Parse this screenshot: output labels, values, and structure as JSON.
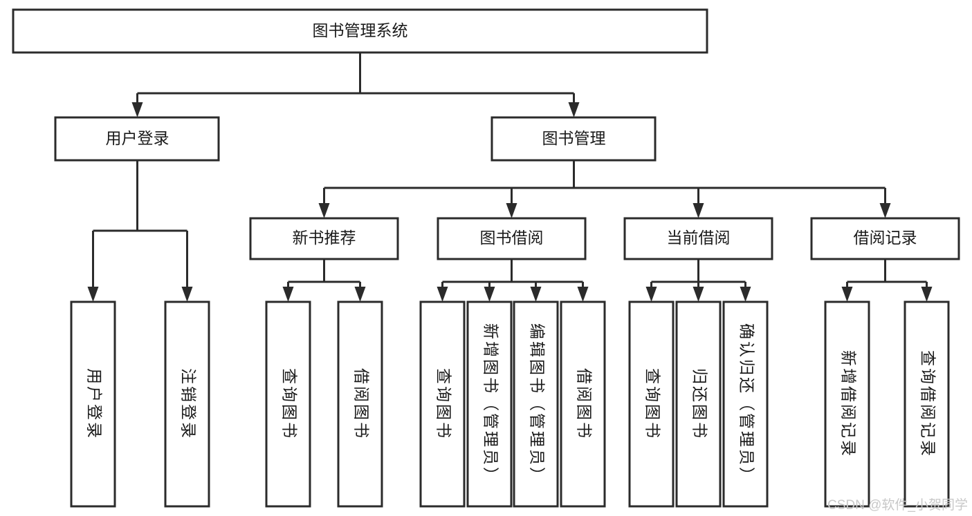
{
  "diagram": {
    "type": "tree",
    "title": "图书管理系统",
    "watermark": "CSDN @软件_小贺同学",
    "colors": {
      "box_stroke": "#2b2b2b",
      "box_fill": "#ffffff",
      "text": "#1a1a1a",
      "watermark": "#c8c8c8",
      "background": "#ffffff"
    },
    "levels": {
      "root": {
        "label": "图书管理系统"
      },
      "level1": [
        {
          "label": "用户登录"
        },
        {
          "label": "图书管理"
        }
      ],
      "level2": [
        {
          "label": "新书推荐"
        },
        {
          "label": "图书借阅"
        },
        {
          "label": "当前借阅"
        },
        {
          "label": "借阅记录"
        }
      ],
      "leaves": {
        "user_login": [
          {
            "label": "用户登录"
          },
          {
            "label": "注销登录"
          }
        ],
        "new_book_recommend": [
          {
            "label": "查询图书"
          },
          {
            "label": "借阅图书"
          }
        ],
        "book_borrow": [
          {
            "label": "查询图书"
          },
          {
            "label": "新增图书（管理员）"
          },
          {
            "label": "编辑图书（管理员）"
          },
          {
            "label": "借阅图书"
          }
        ],
        "current_borrow": [
          {
            "label": "查询图书"
          },
          {
            "label": "归还图书"
          },
          {
            "label": "确认归还（管理员）"
          }
        ],
        "borrow_record": [
          {
            "label": "新增借阅记录"
          },
          {
            "label": "查询借阅记录"
          }
        ]
      }
    }
  }
}
